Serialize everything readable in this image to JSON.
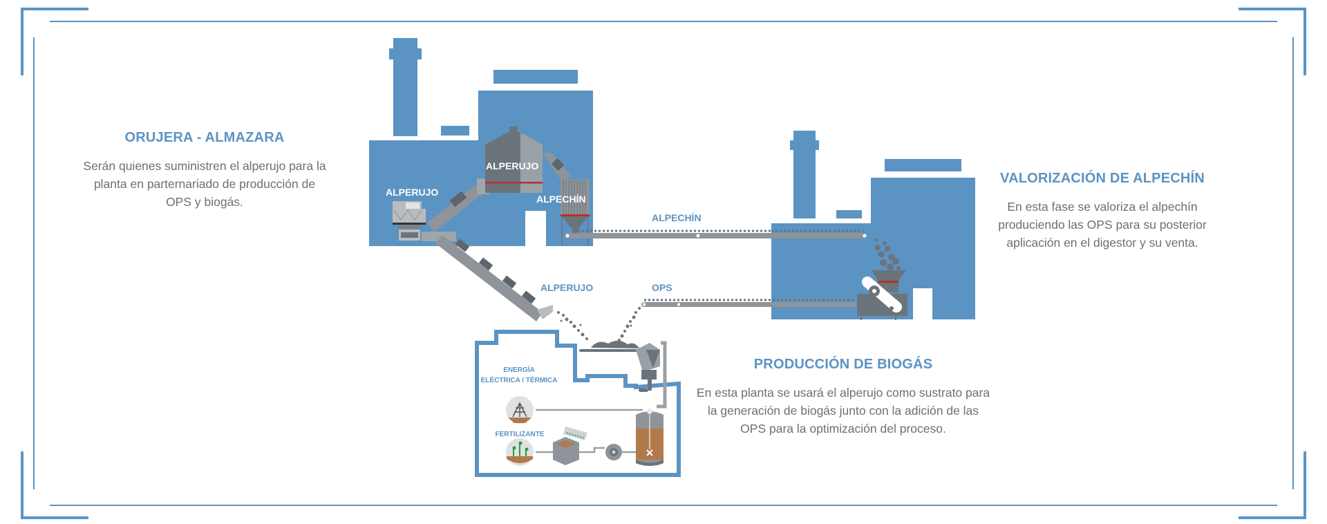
{
  "colors": {
    "primary_blue": "#5b93c3",
    "machine_gray": "#6b747b",
    "light_gray": "#9aa1a6",
    "accent_red": "#b5312a",
    "text_gray": "#6f6f6f",
    "soil_brown": "#b27a4b"
  },
  "sections": {
    "orujera": {
      "title": "ORUJERA - ALMAZARA",
      "description": "Serán quienes suministren el alperujo para la planta en parternariado de producción de OPS y biogás."
    },
    "alpechin": {
      "title": "VALORIZACIÓN DE ALPECHÍN",
      "description": "En esta fase se valoriza el alpechín produciendo las OPS para su posterior aplicación en el digestor y su venta."
    },
    "biogas": {
      "title": "PRODUCCIÓN DE BIOGÁS",
      "description": "En esta planta se usará el alperujo como sustrato para la generación de biogás junto con la adición de las OPS para la optimización del proceso."
    }
  },
  "diagram": {
    "labels": {
      "alperujo_machine": "ALPERUJO",
      "alperujo_silo": "ALPERUJO",
      "alpechin_tank": "ALPECHÍN",
      "alpechin_conveyor": "ALPECHÍN",
      "alperujo_chute": "ALPERUJO",
      "ops_conveyor": "OPS",
      "energia_line1": "ENERGÍA",
      "energia_line2": "ELÉCTRICA / TÉRMICA",
      "fertilizante": "FERTILIZANTE"
    },
    "icons": [
      "factory-icon",
      "chimney-icon",
      "silo-icon",
      "conveyor-icon",
      "hopper-icon",
      "crusher-icon",
      "gear-icon",
      "power-tower-icon",
      "sprout-icon",
      "digester-tank-icon",
      "pump-icon",
      "compost-bin-icon"
    ]
  }
}
